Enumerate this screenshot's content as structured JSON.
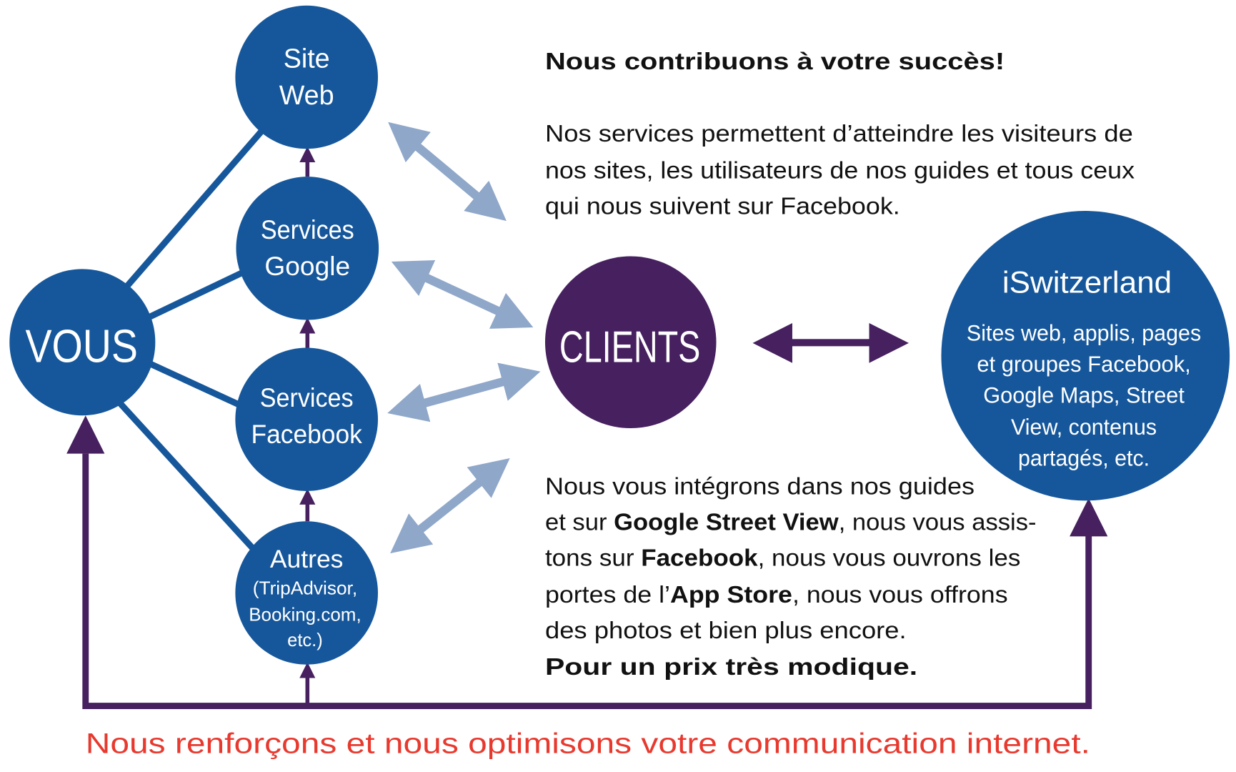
{
  "colors": {
    "blue": "#16579b",
    "purple": "#46205f",
    "light_arrow": "#8fa7c9",
    "red": "#e8392e"
  },
  "nodes": {
    "vous": "VOUS",
    "site_web": [
      "Site",
      "Web"
    ],
    "services_google": [
      "Services",
      "Google"
    ],
    "services_facebook": [
      "Services",
      "Facebook"
    ],
    "autres": {
      "title": "Autres",
      "lines": [
        "(TripAdvisor,",
        "Booking.com,",
        "etc.)"
      ]
    },
    "clients": "CLIENTS",
    "iswitzerland": {
      "title": "iSwitzerland",
      "lines": [
        "Sites web, applis, pages",
        "et groupes Facebook,",
        "Google Maps, Street",
        "View, contenus",
        "partagés, etc."
      ]
    }
  },
  "heading": "Nous contribuons à votre succès!",
  "intro_lines": [
    "Nos services permettent d’atteindre les visiteurs de",
    "nos sites, les utilisateurs de nos guides et tous ceux",
    "qui nous suivent sur Facebook."
  ],
  "body": {
    "l1": "Nous vous intégrons dans nos guides",
    "l2a": "et sur ",
    "l2b": "Google Street View",
    "l2c": ", nous vous assis-",
    "l3a": "tons sur ",
    "l3b": "Facebook",
    "l3c": ", nous vous ouvrons les",
    "l4a": "portes de l’",
    "l4b": "App Store",
    "l4c": ", nous vous offrons",
    "l5": "des photos et bien plus encore.",
    "l6": "Pour un prix très modique."
  },
  "footer": "Nous renforçons et nous optimisons votre communication internet."
}
